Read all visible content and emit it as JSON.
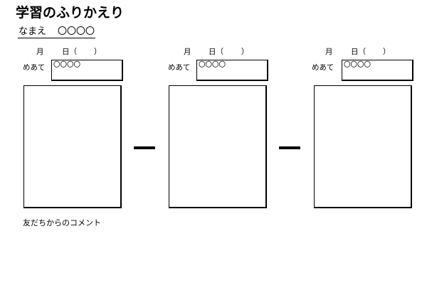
{
  "title": "学習のふりかえり",
  "name": {
    "label": "なまえ",
    "value": "〇〇〇〇"
  },
  "columns": [
    {
      "month": "月",
      "day_open": "日（",
      "day_close": "）",
      "goal_label": "めあて",
      "goal_value": "〇〇〇〇"
    },
    {
      "month": "月",
      "day_open": "日（",
      "day_close": "）",
      "goal_label": "めあて",
      "goal_value": "〇〇〇〇"
    },
    {
      "month": "月",
      "day_open": "日（",
      "day_close": "）",
      "goal_label": "めあて",
      "goal_value": "〇〇〇〇"
    }
  ],
  "comment_label": "友だちからのコメント",
  "colors": {
    "ink": "#000000",
    "background": "#ffffff"
  }
}
